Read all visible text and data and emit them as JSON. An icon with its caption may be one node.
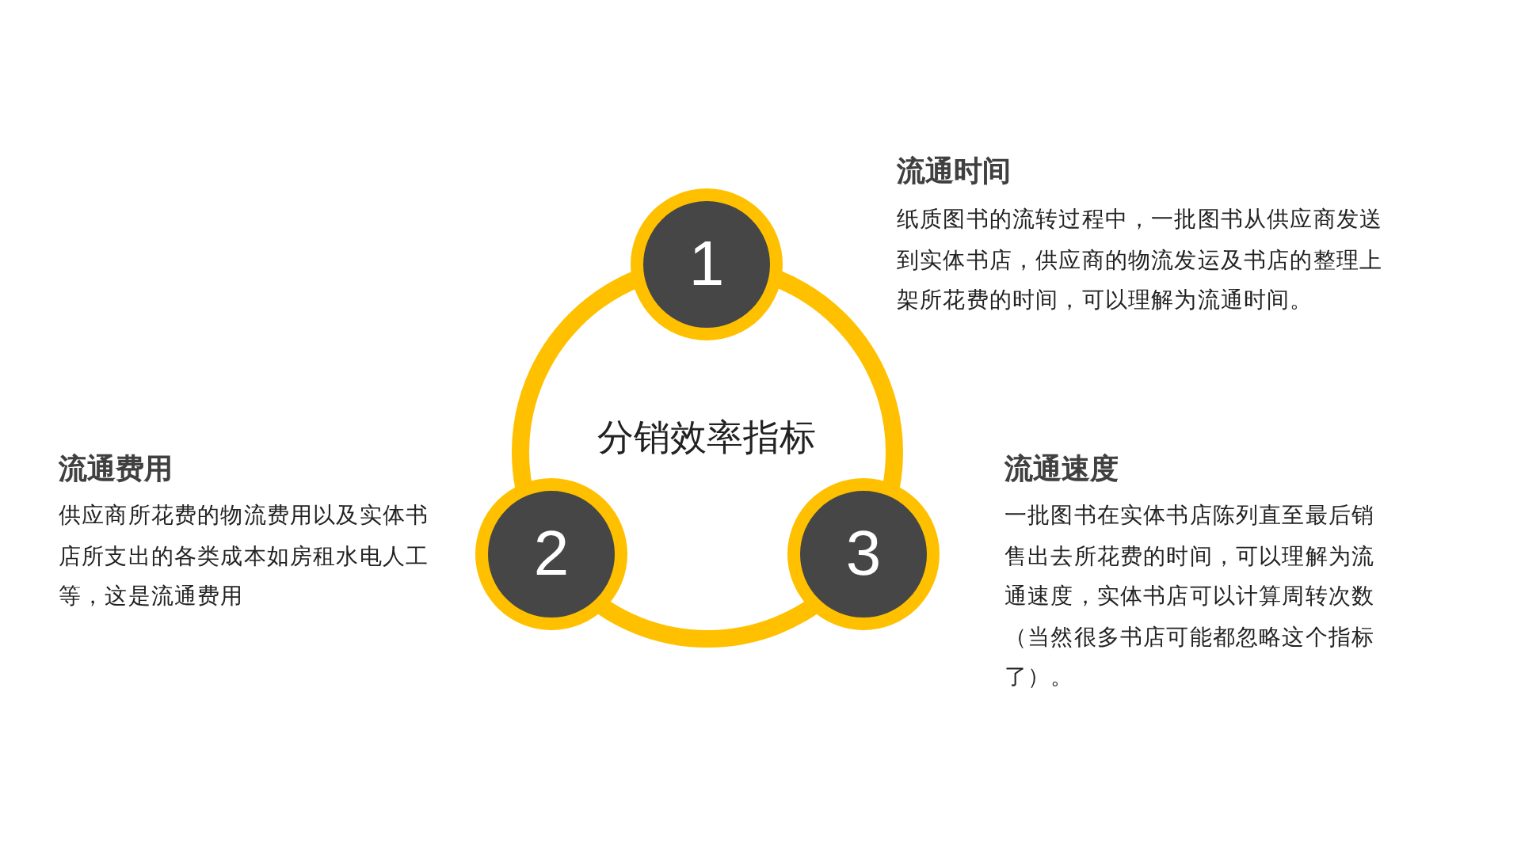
{
  "diagram": {
    "nodes": [
      {
        "text": [
          "分销效率指标"
        ]
      },
      {
        "text": [
          "1"
        ]
      },
      {
        "text": [
          "2"
        ]
      },
      {
        "text": [
          "3"
        ]
      }
    ],
    "labels": [
      "流通时间",
      "纸质图书的流转过程中，一批图书从供应商发送到实体书店，供应商的物流发运及书店的整理上架所花费的时间，可以理解为流通时间。",
      "流通费用",
      "供应商所花费的物流费用以及实体书店所支出的各类成本如房租水电人工等，这是流通费用",
      "流通速度",
      "一批图书在实体书店陈列直至最后销售出去所花费的时间，可以理解为流通速度，实体书店可以计算周转次数（当然很多书店可能都忽略这个指标了）。"
    ]
  }
}
